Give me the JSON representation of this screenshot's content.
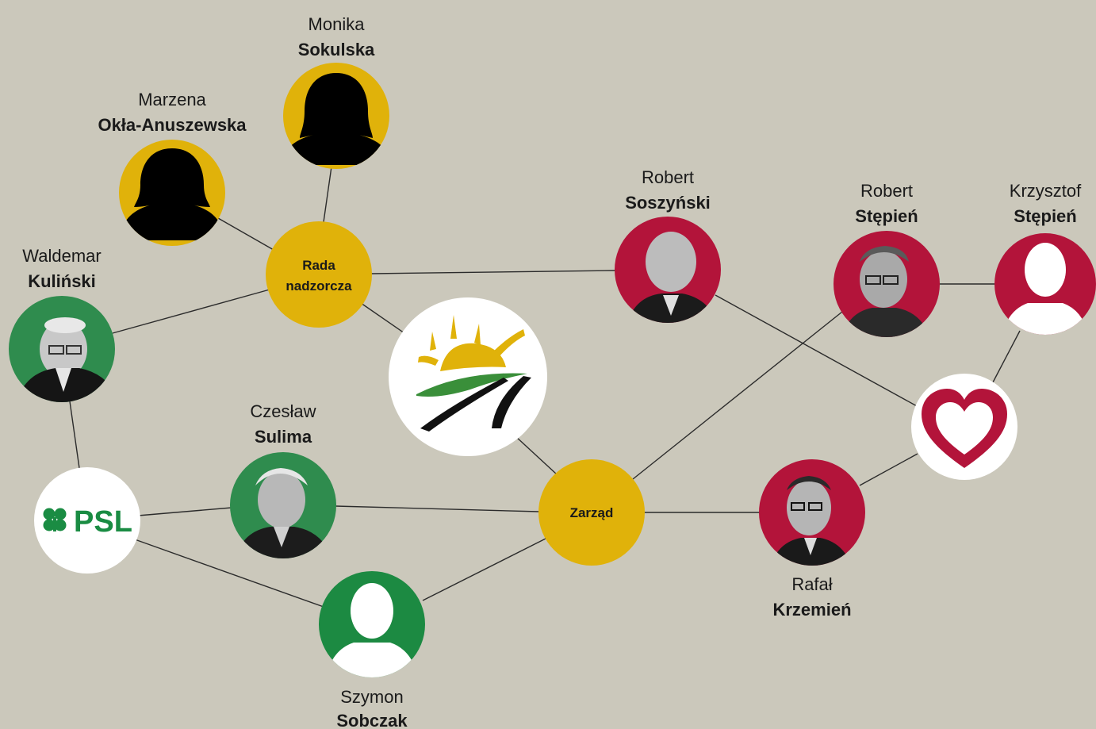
{
  "colors": {
    "background": "#cbc8bb",
    "yellow": "#e0b20a",
    "red": "#b3143a",
    "green": "#2f8c4e",
    "green_person": "#1c8a42",
    "white": "#ffffff"
  },
  "hubs": {
    "rada": {
      "line1": "Rada",
      "line2": "nadzorcza"
    },
    "zarzad": {
      "label": "Zarząd"
    }
  },
  "logos": {
    "psl": {
      "text": "PSL",
      "icon": "clover-icon"
    },
    "company": {
      "icon": "sun-field-road-logo"
    },
    "heart": {
      "icon": "heart-icon"
    }
  },
  "people": {
    "monika": {
      "first": "Monika",
      "last": "Sokulska",
      "icon": "female-silhouette-icon"
    },
    "marzena": {
      "first": "Marzena",
      "last": "Okła-Anuszewska",
      "icon": "female-silhouette-icon"
    },
    "waldemar": {
      "first": "Waldemar",
      "last": "Kuliński",
      "icon": "portrait-photo"
    },
    "czeslaw": {
      "first": "Czesław",
      "last": "Sulima",
      "icon": "portrait-photo"
    },
    "szymon": {
      "first": "Szymon",
      "last": "Sobczak",
      "icon": "male-silhouette-icon"
    },
    "soszynski": {
      "first": "Robert",
      "last": "Soszyński",
      "icon": "portrait-photo"
    },
    "robert_stepien": {
      "first": "Robert",
      "last": "Stępień",
      "icon": "portrait-photo"
    },
    "krzysztof": {
      "first": "Krzysztof",
      "last": "Stępień",
      "icon": "male-silhouette-icon"
    },
    "krzemien": {
      "first": "Rafał",
      "last": "Krzemień",
      "icon": "portrait-photo"
    }
  }
}
